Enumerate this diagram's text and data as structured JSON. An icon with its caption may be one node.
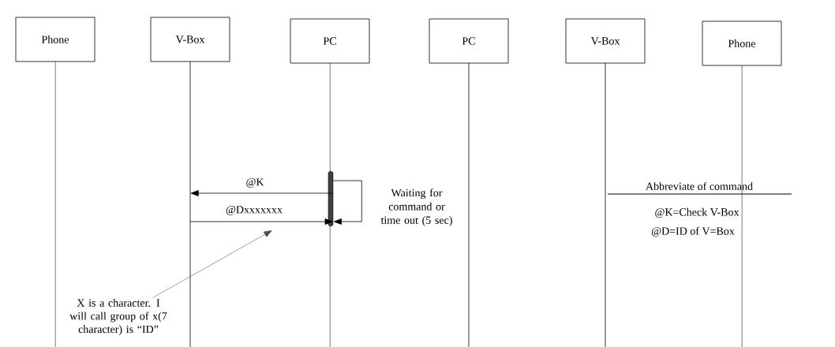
{
  "diagram": {
    "nodes": [
      {
        "text": [
          "Phone"
        ]
      },
      {
        "text": [
          "V-Box"
        ]
      },
      {
        "text": [
          "PC"
        ]
      },
      {
        "text": [
          "PC"
        ]
      },
      {
        "text": [
          "V-Box"
        ]
      },
      {
        "text": [
          "Phone"
        ]
      },
      {
        "text": [],
        "shape": "bar",
        "in": 2
      },
      {
        "text": [
          "X is a character. I will call group of x(7 character) is “ID”"
        ]
      }
    ],
    "edges": [
      {
        "from": 6,
        "to": 1,
        "label": "@K",
        "arrow": "to"
      },
      {
        "from": 1,
        "to": 6,
        "label": "@Dxxxxxxx",
        "arrow": "to"
      },
      {
        "from": 6,
        "to": 6,
        "label": "Waiting for command or time out (5 sec)",
        "arrow": "to"
      },
      {
        "from": 7,
        "to": null,
        "arrow": "to"
      }
    ],
    "labels": [
      "Abbreviate of command",
      "@K=Check V-Box",
      "@D=ID of V=Box"
    ]
  }
}
